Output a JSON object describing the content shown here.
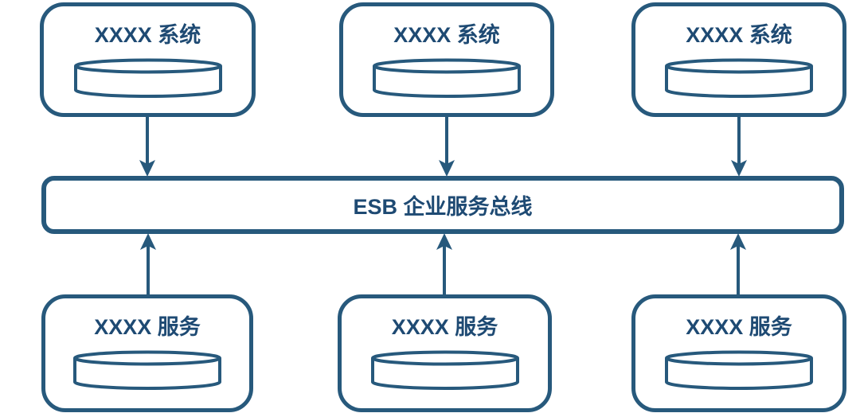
{
  "diagram": {
    "type": "esb-architecture",
    "colors": {
      "line": "#27597C",
      "text": "#1E4A73",
      "background": "#FFFFFF"
    },
    "bus": {
      "label": "ESB 企业服务总线"
    },
    "top_systems": [
      {
        "label": "XXXX 系统",
        "icon": "database-cylinder-icon"
      },
      {
        "label": "XXXX 系统",
        "icon": "database-cylinder-icon"
      },
      {
        "label": "XXXX 系统",
        "icon": "database-cylinder-icon"
      }
    ],
    "bottom_services": [
      {
        "label": "XXXX 服务",
        "icon": "database-cylinder-icon"
      },
      {
        "label": "XXXX 服务",
        "icon": "database-cylinder-icon"
      },
      {
        "label": "XXXX 服务",
        "icon": "database-cylinder-icon"
      }
    ],
    "connections": [
      {
        "from": "system-1",
        "to": "esb-bus",
        "direction": "down"
      },
      {
        "from": "system-2",
        "to": "esb-bus",
        "direction": "down"
      },
      {
        "from": "system-3",
        "to": "esb-bus",
        "direction": "down"
      },
      {
        "from": "service-1",
        "to": "esb-bus",
        "direction": "up"
      },
      {
        "from": "service-2",
        "to": "esb-bus",
        "direction": "up"
      },
      {
        "from": "service-3",
        "to": "esb-bus",
        "direction": "up"
      }
    ]
  }
}
